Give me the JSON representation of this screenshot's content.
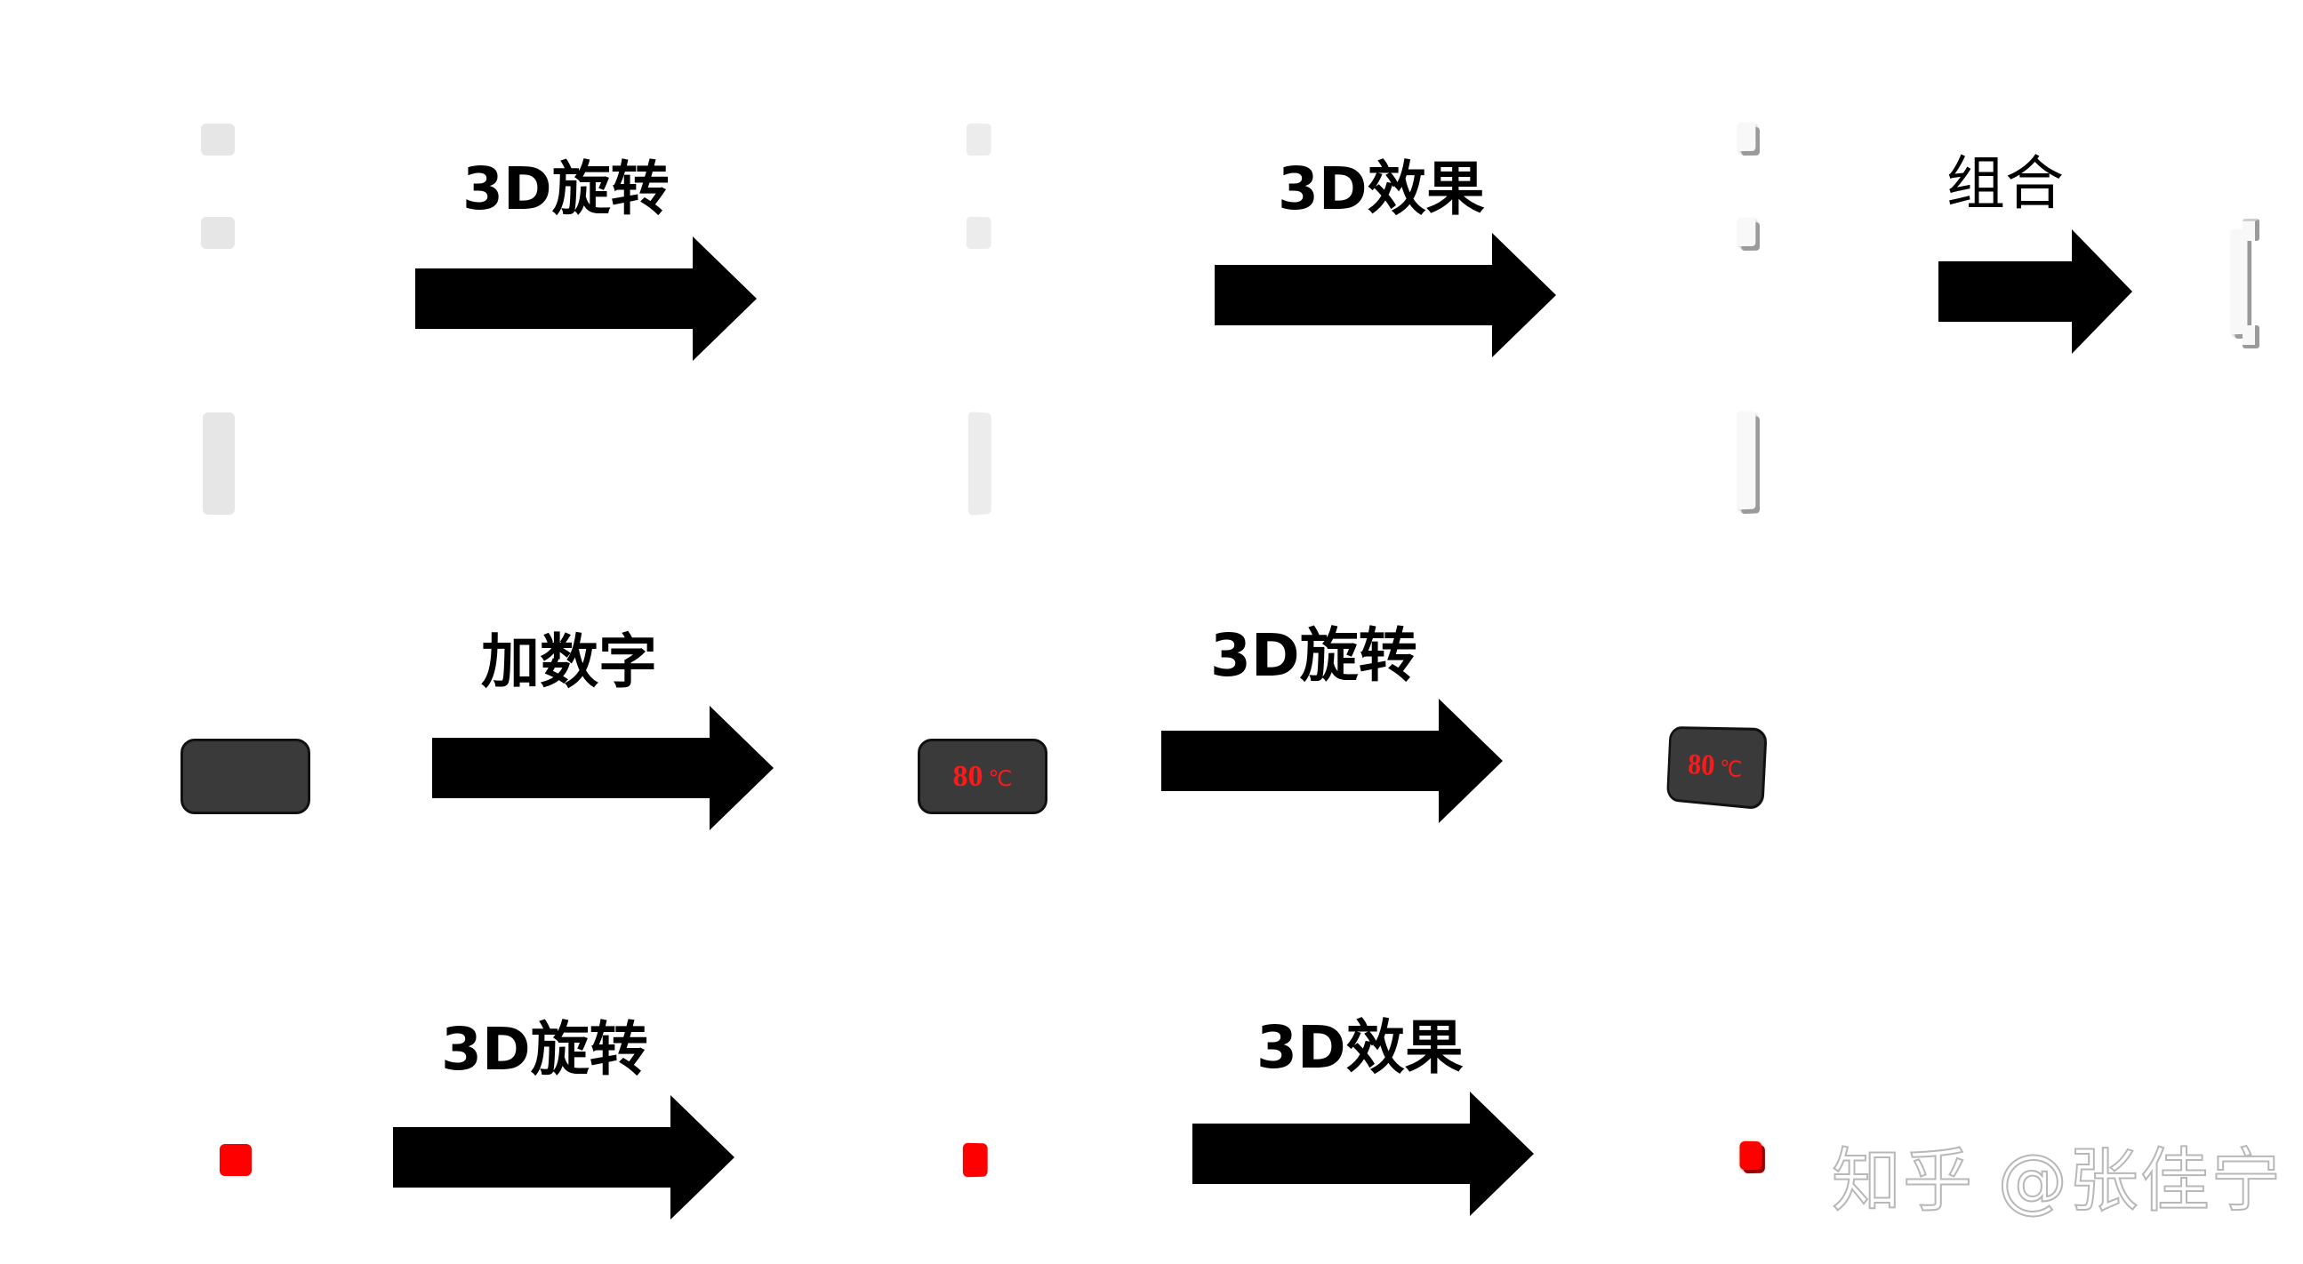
{
  "rows": [
    {
      "steps": [
        {
          "label": "3D旋转"
        },
        {
          "label": "3D效果"
        },
        {
          "label": "组合"
        }
      ]
    },
    {
      "steps": [
        {
          "label": "加数字"
        },
        {
          "label": "3D旋转"
        }
      ],
      "display_reading": {
        "number": "80",
        "unit": "℃"
      }
    },
    {
      "steps": [
        {
          "label": "3D旋转"
        },
        {
          "label": "3D效果"
        }
      ]
    }
  ],
  "watermark": "知乎 @张佳宁",
  "colors": {
    "arrow": "#000000",
    "light_grey": "#e6e6e6",
    "display_body": "#3a3a3a",
    "display_text": "#ff1a1a",
    "indicator": "#ff0000"
  }
}
